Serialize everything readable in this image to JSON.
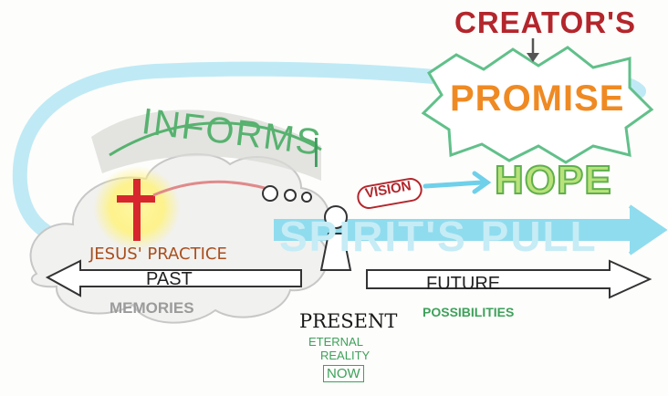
{
  "labels": {
    "creators": "CREATOR'S",
    "promise": "PROMISE",
    "informs": "INFORMS",
    "informs_tick": "|",
    "vision": "VISION",
    "hope": "HOPE",
    "spirits_pull": "SPIRIT'S PULL",
    "jesus_practice": "JESUS' PRACTICE",
    "past": "PAST",
    "memories": "MEMORIES",
    "future": "FUTURE",
    "possibilities": "POSSIBILITIES",
    "present": "PRESENT",
    "eternal": "ETERNAL",
    "reality": "REALITY",
    "now": "NOW"
  },
  "colors": {
    "background": "#fdfdfb",
    "creators_red": "#b3262c",
    "promise_orange": "#ef8a23",
    "informs_green": "#57b26f",
    "hope_green": "#5fb04d",
    "spirit_cyan": "#8fdcee",
    "cross_red": "#d7262e",
    "glow_yellow": "#fff27a",
    "ink": "#222222"
  },
  "icons": {
    "cross": "cross-icon",
    "person": "person-icon",
    "arrow_down": "arrow-down-icon"
  }
}
